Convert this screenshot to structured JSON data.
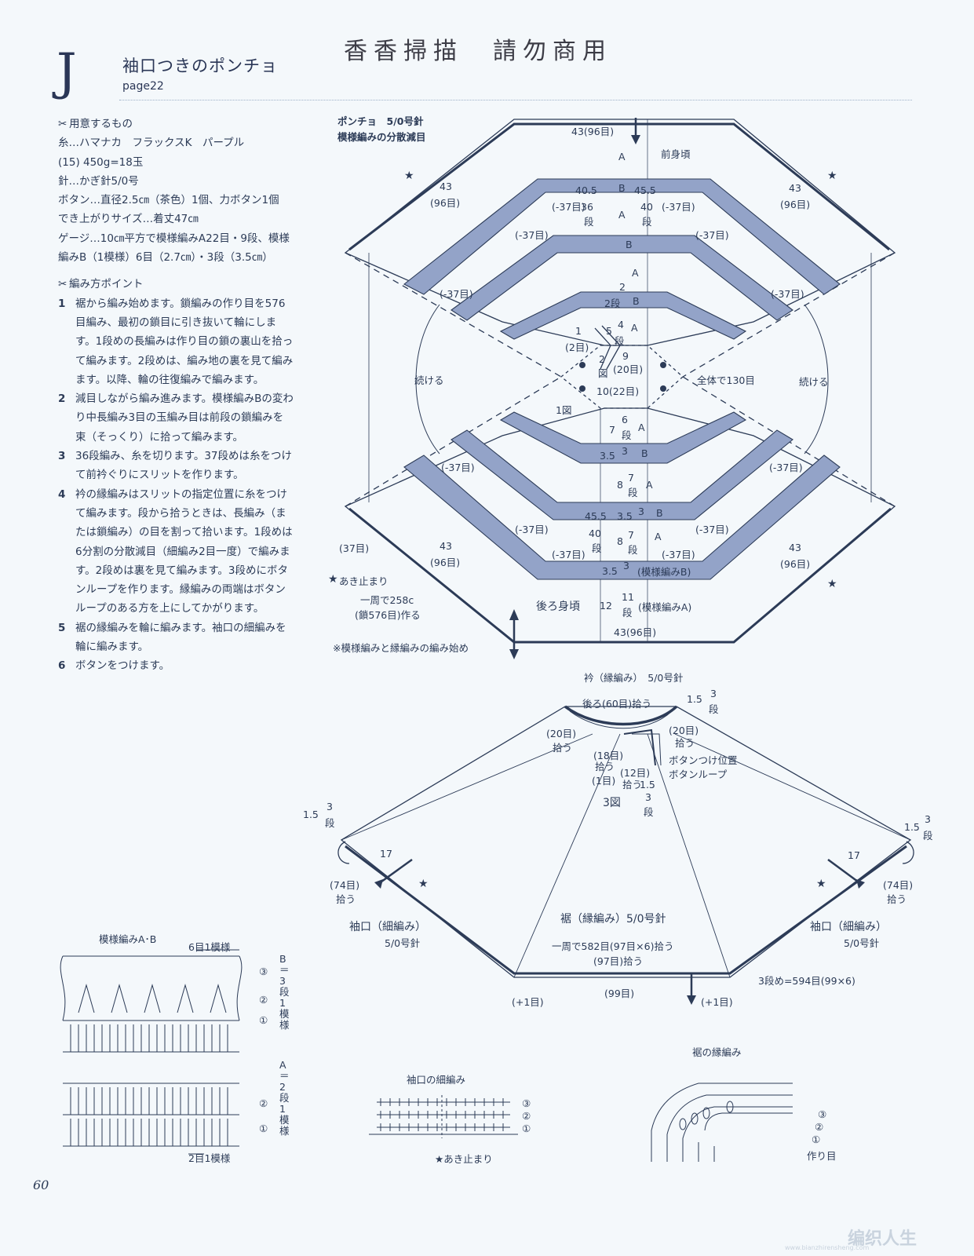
{
  "header": {
    "letter": "J",
    "title": "袖口つきのポンチョ",
    "page": "page22",
    "stamp1": "香香掃描",
    "stamp2": "請勿商用"
  },
  "materials": {
    "heading": "用意するもの",
    "lines": [
      "糸…ハマナカ　フラックスK　パープル",
      "(15) 450g=18玉",
      "針…かぎ針5/0号",
      "ボタン…直径2.5㎝（茶色）1個、力ボタン1個",
      "でき上がりサイズ…着丈47㎝",
      "ゲージ…10㎝平方で模様編みA22目・9段、模様編みB（1模様）6目（2.7㎝）・3段（3.5㎝）"
    ]
  },
  "points": {
    "heading": "編み方ポイント",
    "steps": [
      {
        "num": "1",
        "text": "裾から編み始めます。鎖編みの作り目を576目編み、最初の鎖目に引き抜いて輪にします。1段めの長編みは作り目の鎖の裏山を拾って編みます。2段めは、編み地の裏を見て編みます。以降、輪の往復編みで編みます。"
      },
      {
        "num": "2",
        "text": "減目しながら編み進みます。模様編みBの変わり中長編み3目の玉編み目は前段の鎖編みを束（そっくり）に拾って編みます。"
      },
      {
        "num": "3",
        "text": "36段編み、糸を切ります。37段めは糸をつけて前衿ぐりにスリットを作ります。"
      },
      {
        "num": "4",
        "text": "衿の縁編みはスリットの指定位置に糸をつけて編みます。段から拾うときは、長編み（または鎖編み）の目を割って拾います。1段めは6分割の分散減目（細編み2目一度）で編みます。2段めは裏を見て編みます。3段めにボタンループを作ります。縁編みの両端はボタンループのある方を上にしてかがります。"
      },
      {
        "num": "5",
        "text": "裾の縁編みを輪に編みます。袖口の細編みを輪に編みます。"
      },
      {
        "num": "6",
        "text": "ボタンをつけます。"
      }
    ]
  },
  "fig1": {
    "title1": "ポンチョ　5/0号針",
    "title2": "模様編みの分散減目",
    "top_width": "43(96目)",
    "front": "前身頃",
    "back": "後ろ身頃",
    "side_top_left": "43",
    "side_top_left_sts": "(96目)",
    "side_top_right": "43",
    "side_top_right_sts": "(96目)",
    "side_bot_left": "43",
    "side_bot_left_sts": "(96目)",
    "side_bot_right": "43",
    "side_bot_right_sts": "(96目)",
    "dec37": "(-37目)",
    "dec37b": "(37目)",
    "a": "A",
    "b": "B",
    "w405": "40.5",
    "w455": "45.5",
    "r36": "36",
    "r40": "40",
    "dan": "段",
    "r2": "2",
    "r2dan": "2段",
    "r1": "1",
    "r2me": "(2目)",
    "r5": "5",
    "r4": "4",
    "fig2a": "2",
    "fig2b": "図",
    "w9": "9",
    "w9sts": "(20目)",
    "w10": "10(22目)",
    "continue": "続ける",
    "total130": "全体で130目",
    "fig1label": "1図",
    "r7": "7",
    "r6": "6",
    "r35": "3.5",
    "r3": "3",
    "r8": "8",
    "r11": "11",
    "r12": "12",
    "patA": "(模様編みA)",
    "patB": "(模様編みB)",
    "bottom_width": "43(96目)",
    "slit_stop": "あき止まり",
    "round1": "一周で258c",
    "round2": "(鎖576目)作る",
    "note_start": "※模様編みと縁編みの編み始め"
  },
  "fig3": {
    "collar_title": "衿（縁編み）　5/0号針",
    "back_pickup": "後ろ(60目)拾う",
    "w15": "1.5",
    "r3": "3",
    "dan": "段",
    "pick20": "(20目)",
    "hirou": "拾う",
    "pick18": "(18目)",
    "pick1": "(1目)",
    "pick12": "(12目)",
    "btn_pos": "ボタンつけ位置",
    "btn_loop": "ボタンループ",
    "label": "3図",
    "w17": "17",
    "pick74": "(74目)",
    "cuff": "袖口（細編み）",
    "needle": "5/0号針",
    "hem": "裾（縁編み）5/0号針",
    "hem_round": "一周で582目(97目×6)拾う",
    "pick97": "(97目)拾う",
    "pick99": "(99目)",
    "plus1": "(+1目)",
    "row3": "3段め=594目(99×6)"
  },
  "chartAB": {
    "title": "模様編みA･B",
    "rep6": "6目1模様",
    "b_label": "B＝3段1模様",
    "a_label": "A＝2段1模様",
    "rep2": "2目1模様",
    "c1": "①",
    "c2": "②",
    "c3": "③"
  },
  "chartCuff": {
    "title": "袖口の細編み",
    "stop": "あき止まり"
  },
  "chartHem": {
    "title": "裾の縁編み",
    "start": "作り目"
  },
  "footer": {
    "page_no": "60",
    "watermark": "编织人生",
    "url": "www.bianzhirensheng.com"
  }
}
